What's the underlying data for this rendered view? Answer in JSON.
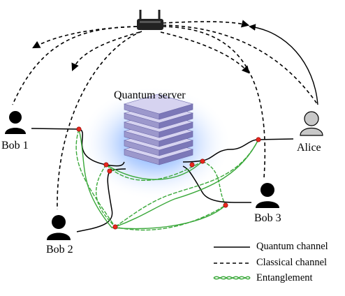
{
  "server": {
    "label": "Quantum server"
  },
  "nodes": {
    "bob1": {
      "label": "Bob 1"
    },
    "bob2": {
      "label": "Bob 2"
    },
    "bob3": {
      "label": "Bob 3"
    },
    "alice": {
      "label": "Alice"
    }
  },
  "router": {
    "icon": "router-icon"
  },
  "legend": {
    "quantum": "Quantum channel",
    "classical": "Classical channel",
    "entanglement": "Entanglement"
  },
  "colors": {
    "line": "#000000",
    "entanglement": "#3aa83a",
    "node_marker": "#e8281e",
    "server_face": "#9c98cc",
    "server_glow": "#5aa0ff",
    "alice": "#c8c8c8"
  }
}
